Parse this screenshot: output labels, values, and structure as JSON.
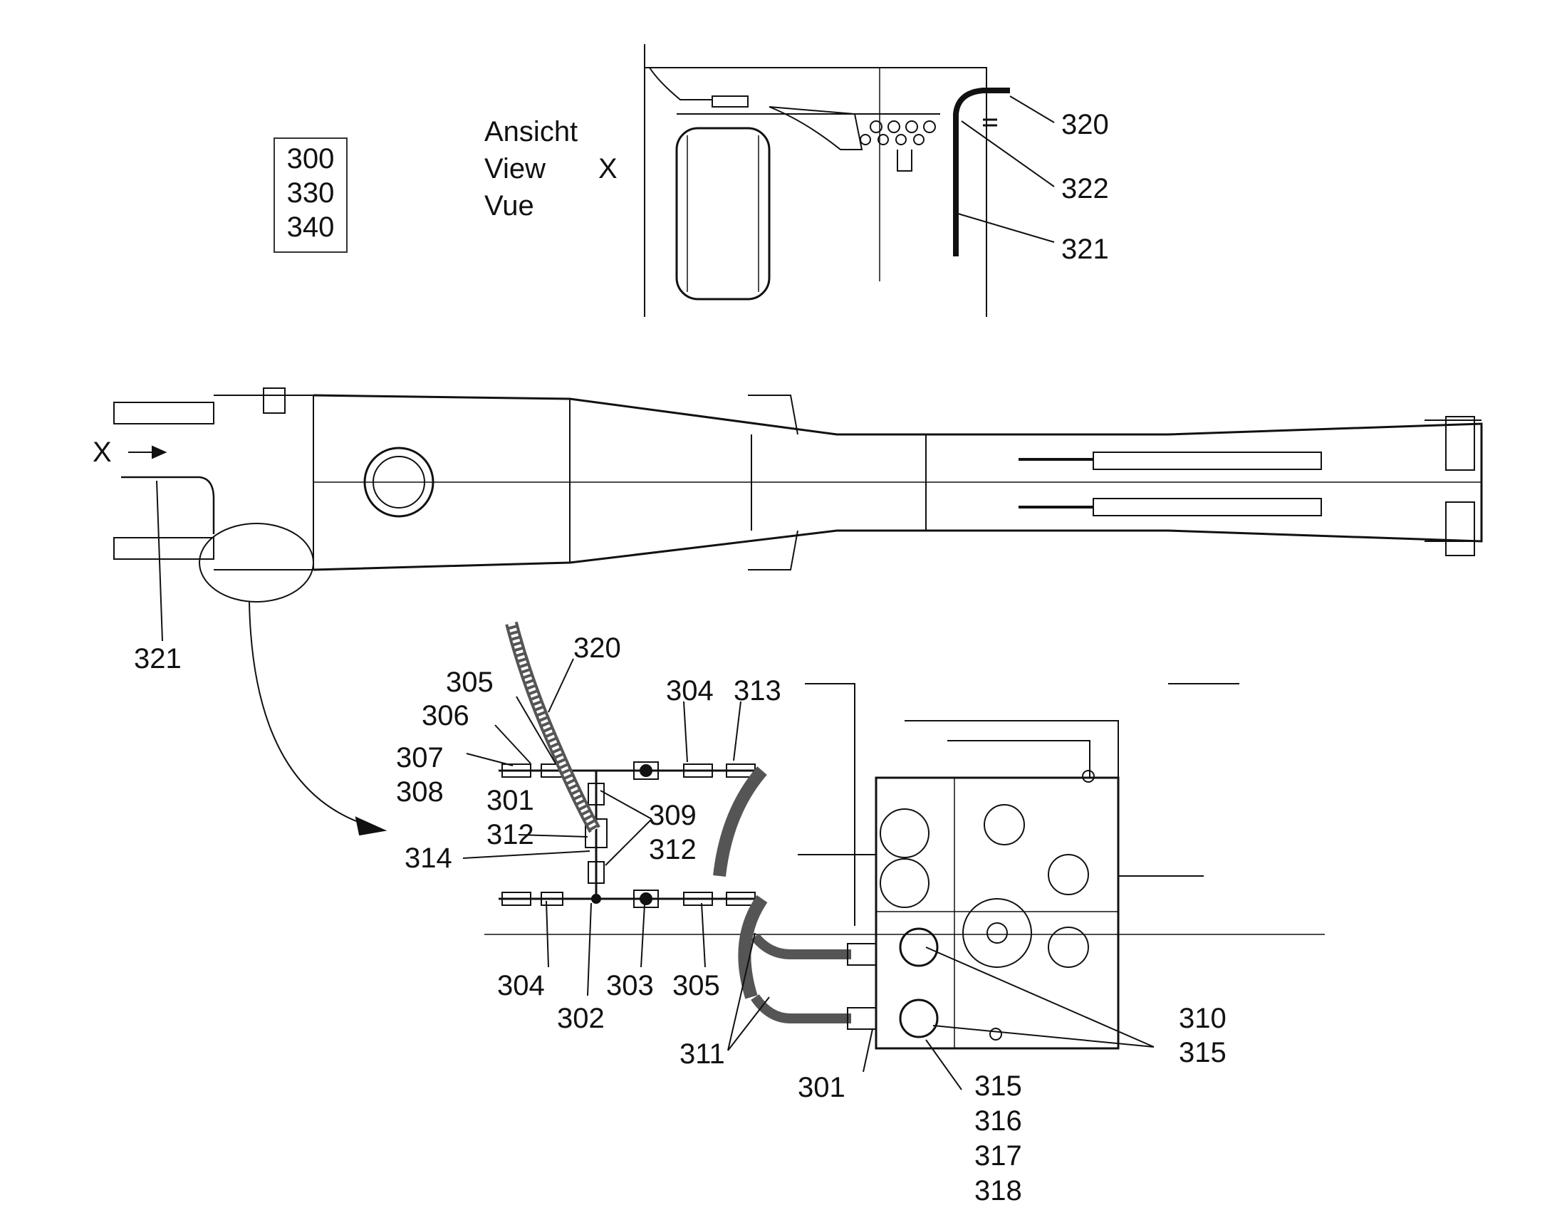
{
  "drawing_codes": [
    "300",
    "330",
    "340"
  ],
  "view_label": {
    "lines": [
      "Ansicht",
      "View",
      "Vue"
    ],
    "marker": "X"
  },
  "arrow_marker": "X",
  "top_view_callouts": [
    "320",
    "322",
    "321"
  ],
  "axle_callouts": [
    "321"
  ],
  "detail_callouts": {
    "c320": "320",
    "c305a": "305",
    "c304a": "304",
    "c313": "313",
    "c306": "306",
    "c307": "307",
    "c308": "308",
    "c301a": "301",
    "c309": "309",
    "c312a": "312",
    "c312b": "312",
    "c314": "314",
    "c304b": "304",
    "c302": "302",
    "c303": "303",
    "c305b": "305",
    "c311": "311",
    "c301b": "301",
    "c310": "310",
    "c315a": "315",
    "c315b": "315",
    "c316": "316",
    "c317": "317",
    "c318": "318"
  },
  "colors": {
    "line": "#111111",
    "background": "#ffffff"
  }
}
